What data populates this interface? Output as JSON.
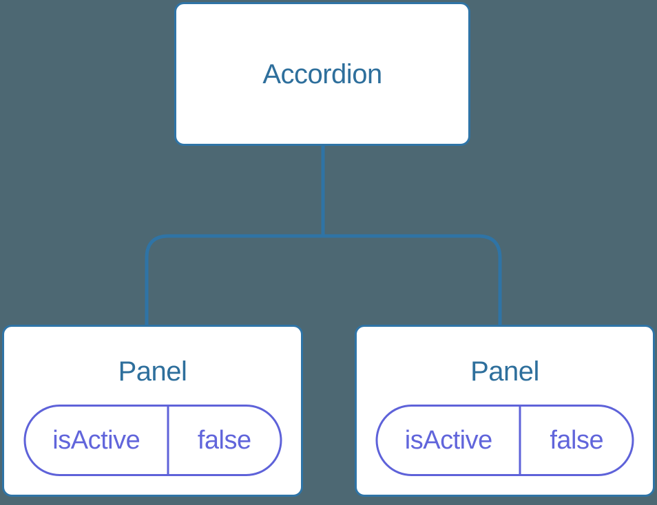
{
  "diagram": {
    "root": {
      "label": "Accordion"
    },
    "panels": [
      {
        "label": "Panel",
        "state_key": "isActive",
        "state_value": "false"
      },
      {
        "label": "Panel",
        "state_key": "isActive",
        "state_value": "false"
      }
    ]
  },
  "colors": {
    "background": "#4D6873",
    "connector": "#2F74A6",
    "box_border": "#2F74A6",
    "box_bg": "#FFFFFF",
    "title_text": "#2E6F9C",
    "pill_border": "#5E62D9",
    "pill_text": "#6165DB"
  }
}
